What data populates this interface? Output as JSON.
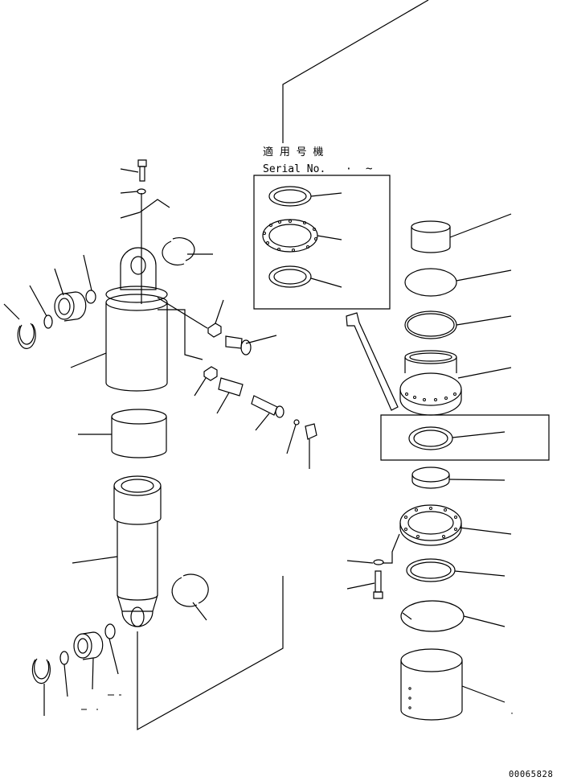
{
  "callout": {
    "applicable_jp": "適 用 号 機",
    "serial_label": "Serial No.",
    "serial_range": "~"
  },
  "figure_id": "00065828",
  "colors": {
    "line": "#000000",
    "background": "#ffffff"
  }
}
